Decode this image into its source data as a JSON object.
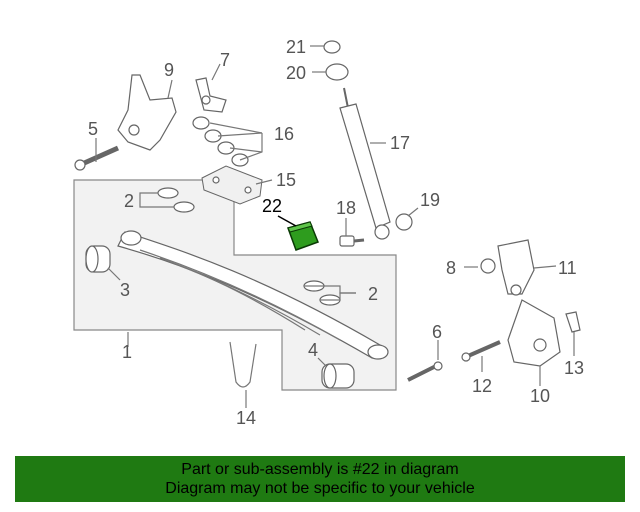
{
  "callouts": {
    "c1": "1",
    "c2a": "2",
    "c2b": "2",
    "c3": "3",
    "c4": "4",
    "c5": "5",
    "c6": "6",
    "c7": "7",
    "c8": "8",
    "c9": "9",
    "c10": "10",
    "c11": "11",
    "c12": "12",
    "c13": "13",
    "c14": "14",
    "c15": "15",
    "c16": "16",
    "c17": "17",
    "c18": "18",
    "c19": "19",
    "c20": "20",
    "c21": "21",
    "c22": "22"
  },
  "colors": {
    "highlight_part": "#2e9c1e",
    "footer_bg": "#1f7a12",
    "line": "#777777"
  },
  "footer": {
    "line1": "Part or sub-assembly is #22 in diagram",
    "line2": "Diagram may not be specific to your vehicle"
  }
}
